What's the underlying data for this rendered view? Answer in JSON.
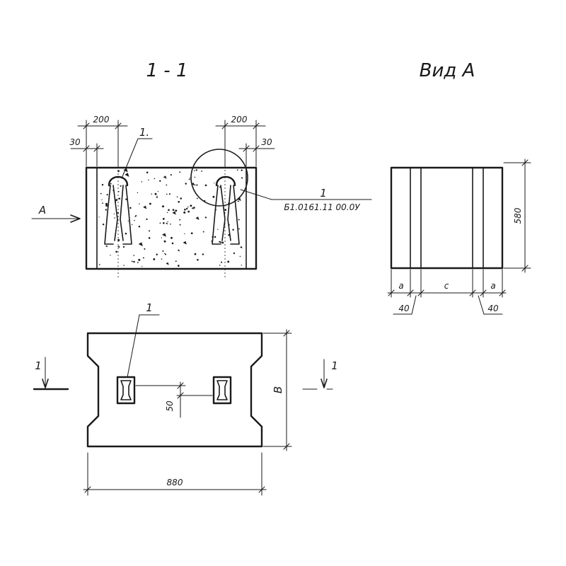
{
  "section_title": "1 - 1",
  "view_title": "Вид А",
  "section_view": {
    "dim_left_width": "200",
    "dim_left_offset": "30",
    "dim_right_width": "200",
    "dim_right_offset": "30",
    "callout_left": "1.",
    "callout_right": "1",
    "callout_right_code": "Б1.0161.11 00.0У",
    "direction_label": "A"
  },
  "side_view": {
    "dim_height": "580",
    "dim_a_left": "a",
    "dim_c": "c",
    "dim_a_right": "a",
    "dim_40_left": "40",
    "dim_40_right": "40"
  },
  "plan_view": {
    "callout": "1",
    "dim_gap": "50",
    "dim_depth": "B",
    "dim_length": "880",
    "cut_marker_left": "1",
    "cut_marker_right": "1"
  }
}
